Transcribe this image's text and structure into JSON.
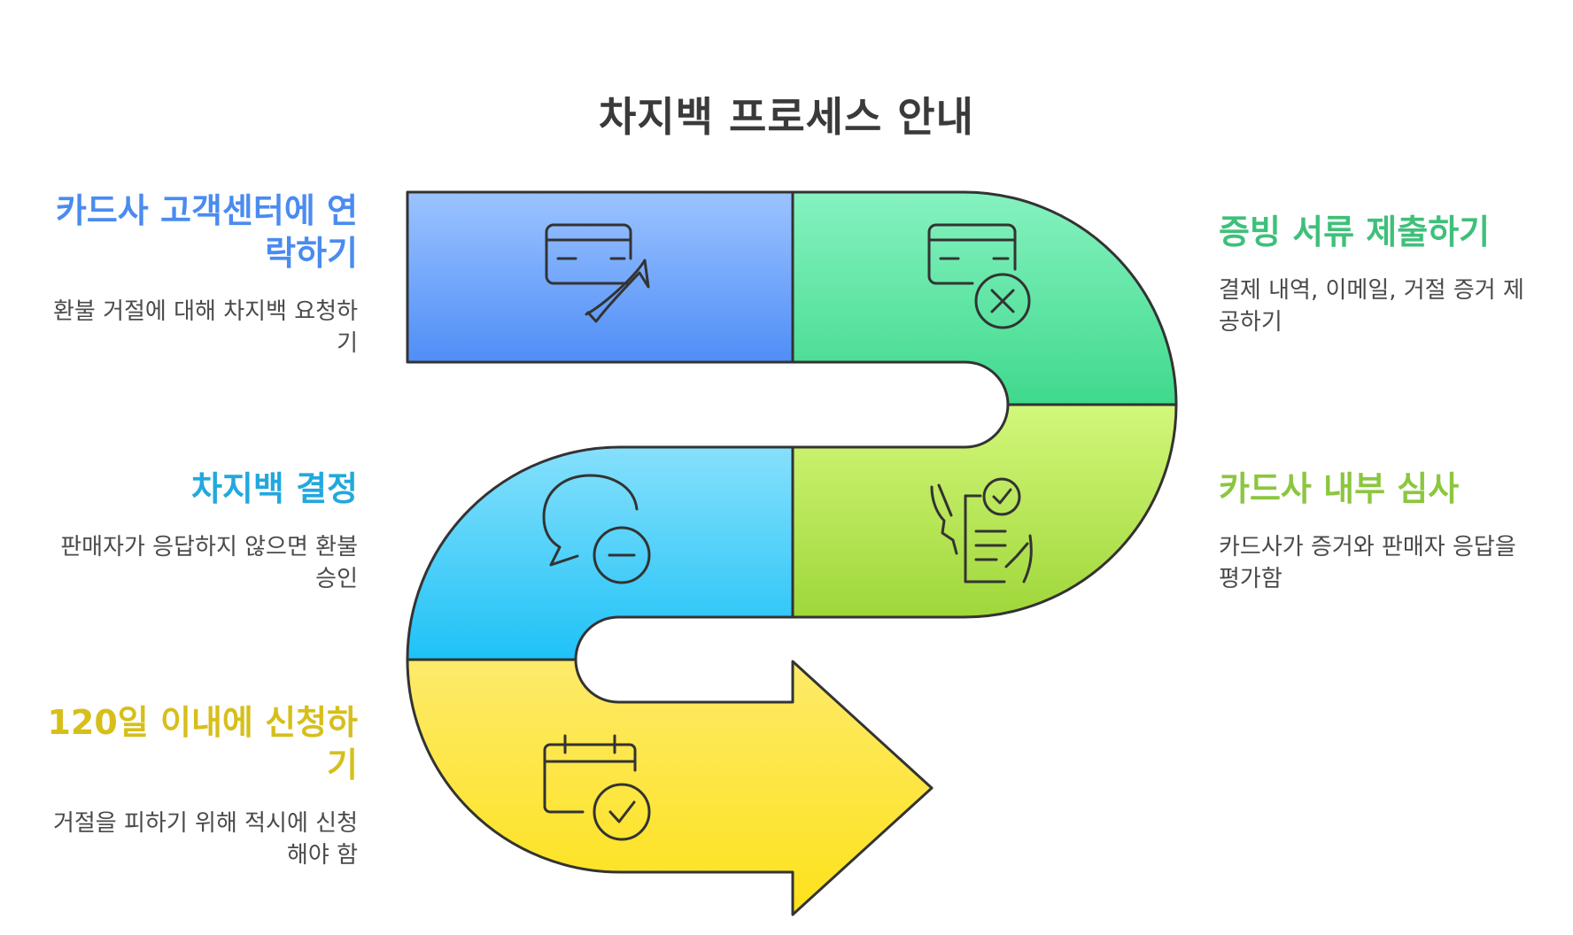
{
  "title": "차지백 프로세스 안내",
  "colors": {
    "blue": "#4a8bf0",
    "green": "#3ec07a",
    "lime": "#8cc63f",
    "cyan": "#22a8dc",
    "yellow": "#d6bf1a",
    "outline": "#333333"
  },
  "steps": [
    {
      "heading": "카드사 고객센터에 연락하기",
      "description": "환불 거절에 대해 차지백 요청하기",
      "icon": "credit-card-phone-icon"
    },
    {
      "heading": "증빙 서류 제출하기",
      "description": "결제 내역, 이메일, 거절 증거 제공하기",
      "icon": "credit-card-x-icon"
    },
    {
      "heading": "차지백 결정",
      "description": "판매자가 응답하지 않으면 환불 승인",
      "icon": "chat-minus-icon"
    },
    {
      "heading": "카드사 내부 심사",
      "description": "카드사가 증거와 판매자 응답을 평가함",
      "icon": "review-document-check-icon"
    },
    {
      "heading": "120일 이내에 신청하기",
      "description": "거절을 피하기 위해 적시에 신청해야 함",
      "icon": "calendar-check-icon"
    }
  ]
}
